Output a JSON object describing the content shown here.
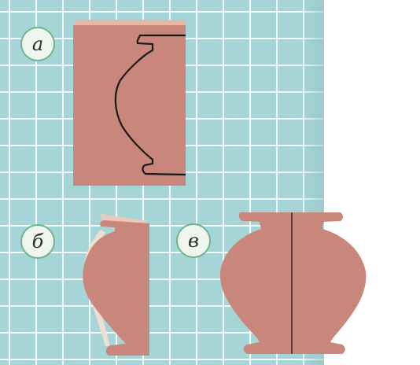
{
  "labels": {
    "a": "а",
    "b": "б",
    "v": "в"
  },
  "colors": {
    "grid_background": "#a6d5d7",
    "grid_lines": "#ffffff",
    "paper": "#c9877b",
    "paper_edge": "#e6b6a6",
    "outline": "#1a1a1a",
    "badge_fill": "#eef6ef",
    "badge_border": "#6fb38d"
  }
}
